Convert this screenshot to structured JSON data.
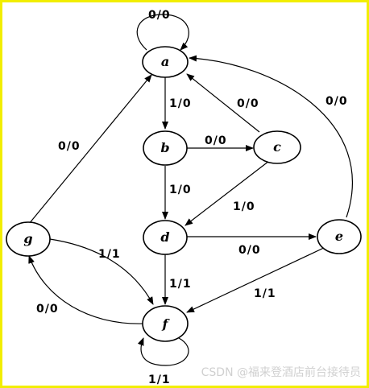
{
  "states": {
    "a": "a",
    "b": "b",
    "c": "c",
    "d": "d",
    "e": "e",
    "f": "f",
    "g": "g"
  },
  "transitions": {
    "a_self": "0/0",
    "a_to_b": "1/0",
    "c_to_a": "0/0",
    "e_to_a": "0/0",
    "g_to_a": "0/0",
    "b_to_c": "0/0",
    "b_to_d": "1/0",
    "c_to_d": "1/0",
    "d_to_e": "0/0",
    "d_to_f": "1/1",
    "e_to_f": "1/1",
    "g_to_f": "1/1",
    "f_to_g": "0/0",
    "f_self": "1/1"
  },
  "watermark": "CSDN @福来登酒店前台接待员"
}
